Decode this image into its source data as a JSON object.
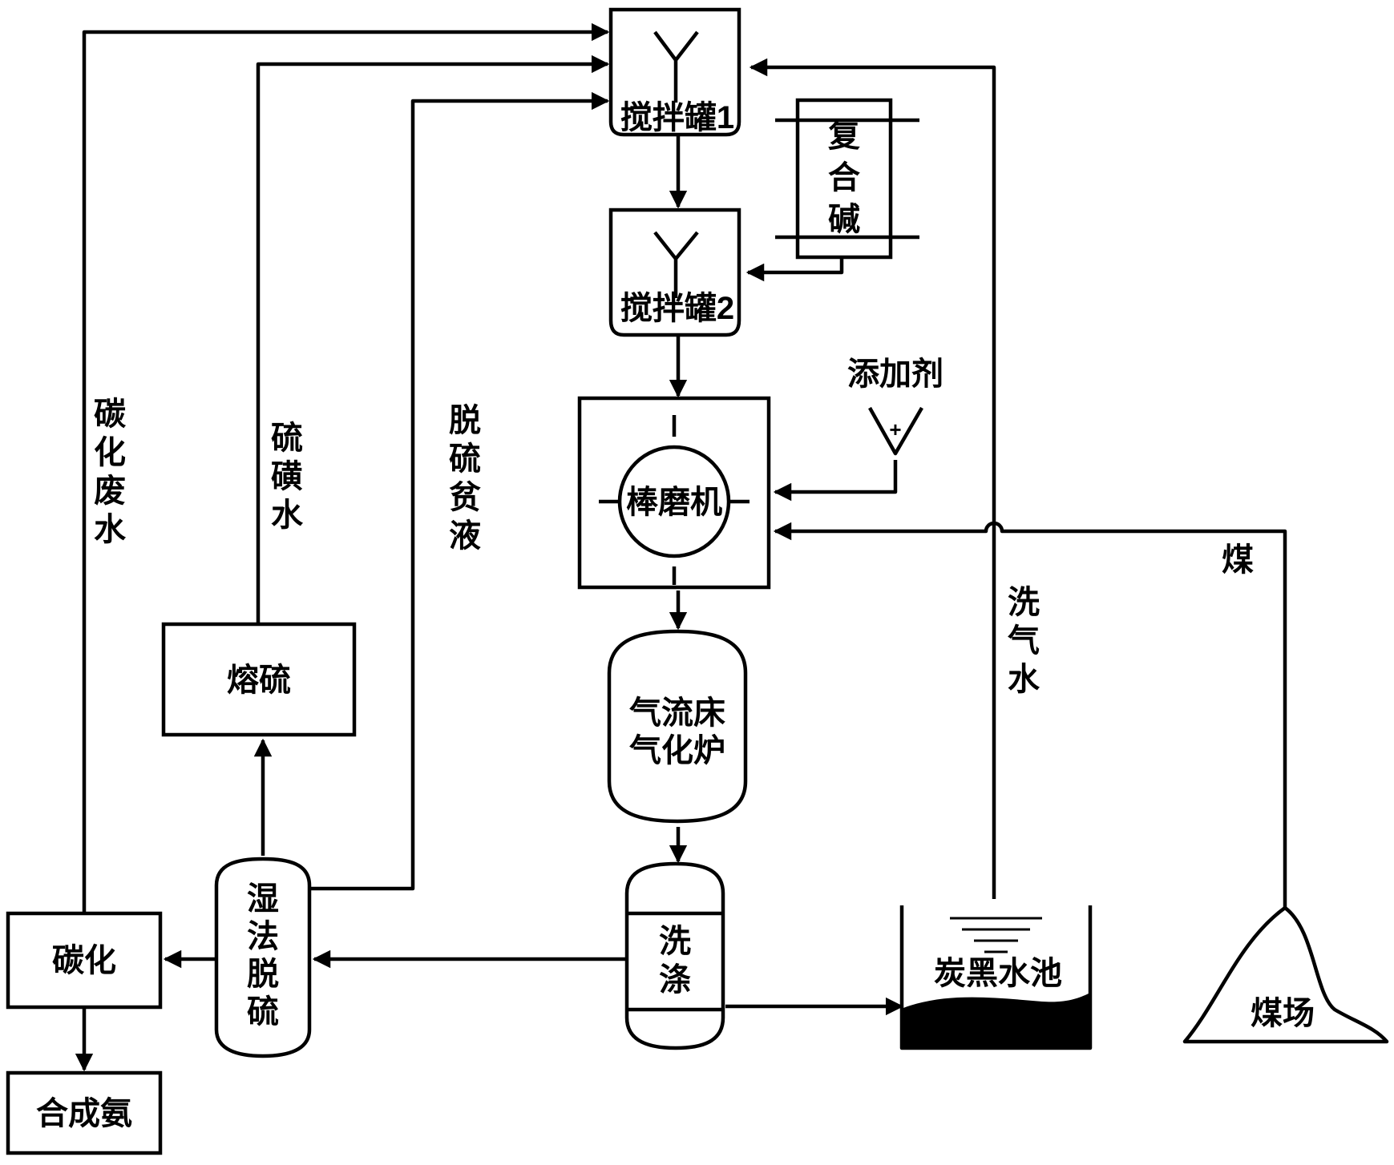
{
  "nodes": {
    "tank1": "搅拌罐1",
    "tank2": "搅拌罐2",
    "compound_alkali": [
      "复",
      "合",
      "碱"
    ],
    "additive": "添加剂",
    "rod_mill": "棒磨机",
    "gasifier": [
      "气流床",
      "气化炉"
    ],
    "washing": [
      "洗",
      "涤"
    ],
    "wet_desulfurization": [
      "湿",
      "法",
      "脱",
      "硫"
    ],
    "carbonization": "碳化",
    "synthetic_ammonia": "合成氨",
    "sulfur_melting": "熔硫",
    "carbon_black_pool": "炭黑水池",
    "coal_yard": "煤场"
  },
  "streams": {
    "carbonization_wastewater": [
      "碳",
      "化",
      "废",
      "水"
    ],
    "sulfur_water": [
      "硫",
      "磺",
      "水"
    ],
    "desulfurization_lean_liquid": [
      "脱",
      "硫",
      "贫",
      "液"
    ],
    "scrubbing_water": [
      "洗",
      "气",
      "水"
    ],
    "coal": "煤"
  }
}
